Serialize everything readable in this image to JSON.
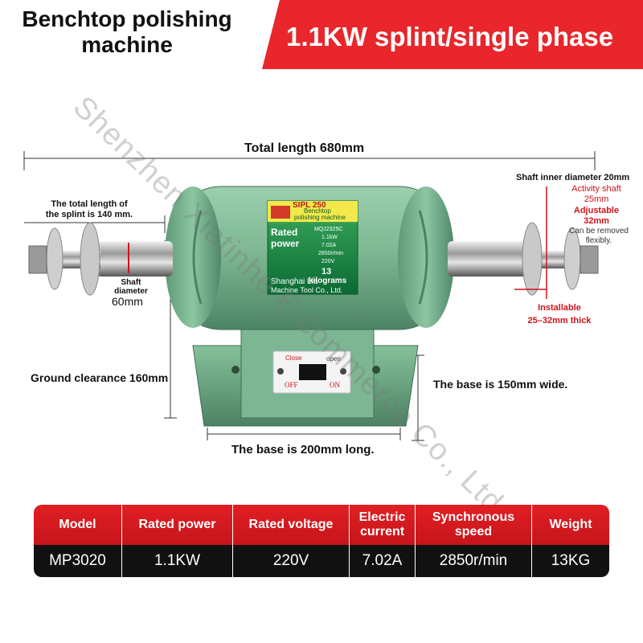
{
  "header": {
    "title_line1": "Benchtop polishing",
    "title_line2": "machine",
    "banner": "1.1KW splint/single phase"
  },
  "dimensions": {
    "total_length": "Total length 680mm",
    "splint_length_line1": "The total length of",
    "splint_length_line2": "the splint is 140 mm.",
    "shaft_diameter_line1": "Shaft",
    "shaft_diameter_line2": "diameter",
    "shaft_diameter_value": "60mm",
    "ground_clearance": "Ground clearance 160mm",
    "base_width": "The base is 150mm wide.",
    "base_length": "The base is 200mm long.",
    "shaft_inner": "Shaft inner diameter 20mm",
    "activity_shaft_line1": "Activity shaft",
    "activity_shaft_line2": "25mm",
    "adjustable_line1": "Adjustable",
    "adjustable_line2": "32mm",
    "removed_line1": "Can be removed",
    "removed_line2": "flexibly.",
    "installable_line1": "Installable",
    "installable_line2": "25–32mm thick"
  },
  "machine": {
    "nameplate_top": "SIPL 250",
    "nameplate_sub": "Benchtop",
    "nameplate_name": "polishing machine",
    "nameplate_model": "MQJ2325C",
    "nameplate_rated": "Rated",
    "nameplate_power": "power",
    "nameplate_power_val": "1.1kW",
    "nameplate_current": "7.02A",
    "nameplate_speed": "2850r/min",
    "nameplate_voltage": "220V",
    "nameplate_weight": "13",
    "nameplate_kg": "kilograms",
    "nameplate_maker1": "Shanghai Lia",
    "nameplate_maker2": "Machine Tool Co., Ltd.",
    "switch_close": "Close",
    "switch_open": "open",
    "switch_off": "OFF",
    "switch_on": "ON"
  },
  "watermark": "Shenzhen Xiatinhe E-commerce Co., Ltd.",
  "specs_table": {
    "headers": [
      "Model",
      "Rated power",
      "Rated voltage",
      "Electric current",
      "Synchronous speed",
      "Weight"
    ],
    "values": [
      "MP3020",
      "1.1KW",
      "220V",
      "7.02A",
      "2850r/min",
      "13KG"
    ]
  },
  "colors": {
    "accent": "#e8262b",
    "machine_green": "#7fb893",
    "table_body": "#111111"
  }
}
